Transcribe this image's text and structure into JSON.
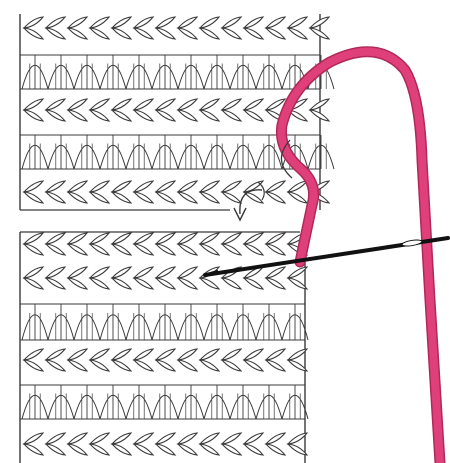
{
  "illustration": {
    "subject": "knitting-seam-illustration",
    "colors": {
      "background": "#ffffff",
      "outline": "#3a3a3a",
      "yarn": "#e0407a",
      "yarn_dark": "#b02858",
      "needle": "#111111"
    },
    "icons": [
      "knit-fabric-upper",
      "knit-fabric-lower",
      "pink-yarn",
      "tapestry-needle",
      "direction-arrow"
    ]
  }
}
